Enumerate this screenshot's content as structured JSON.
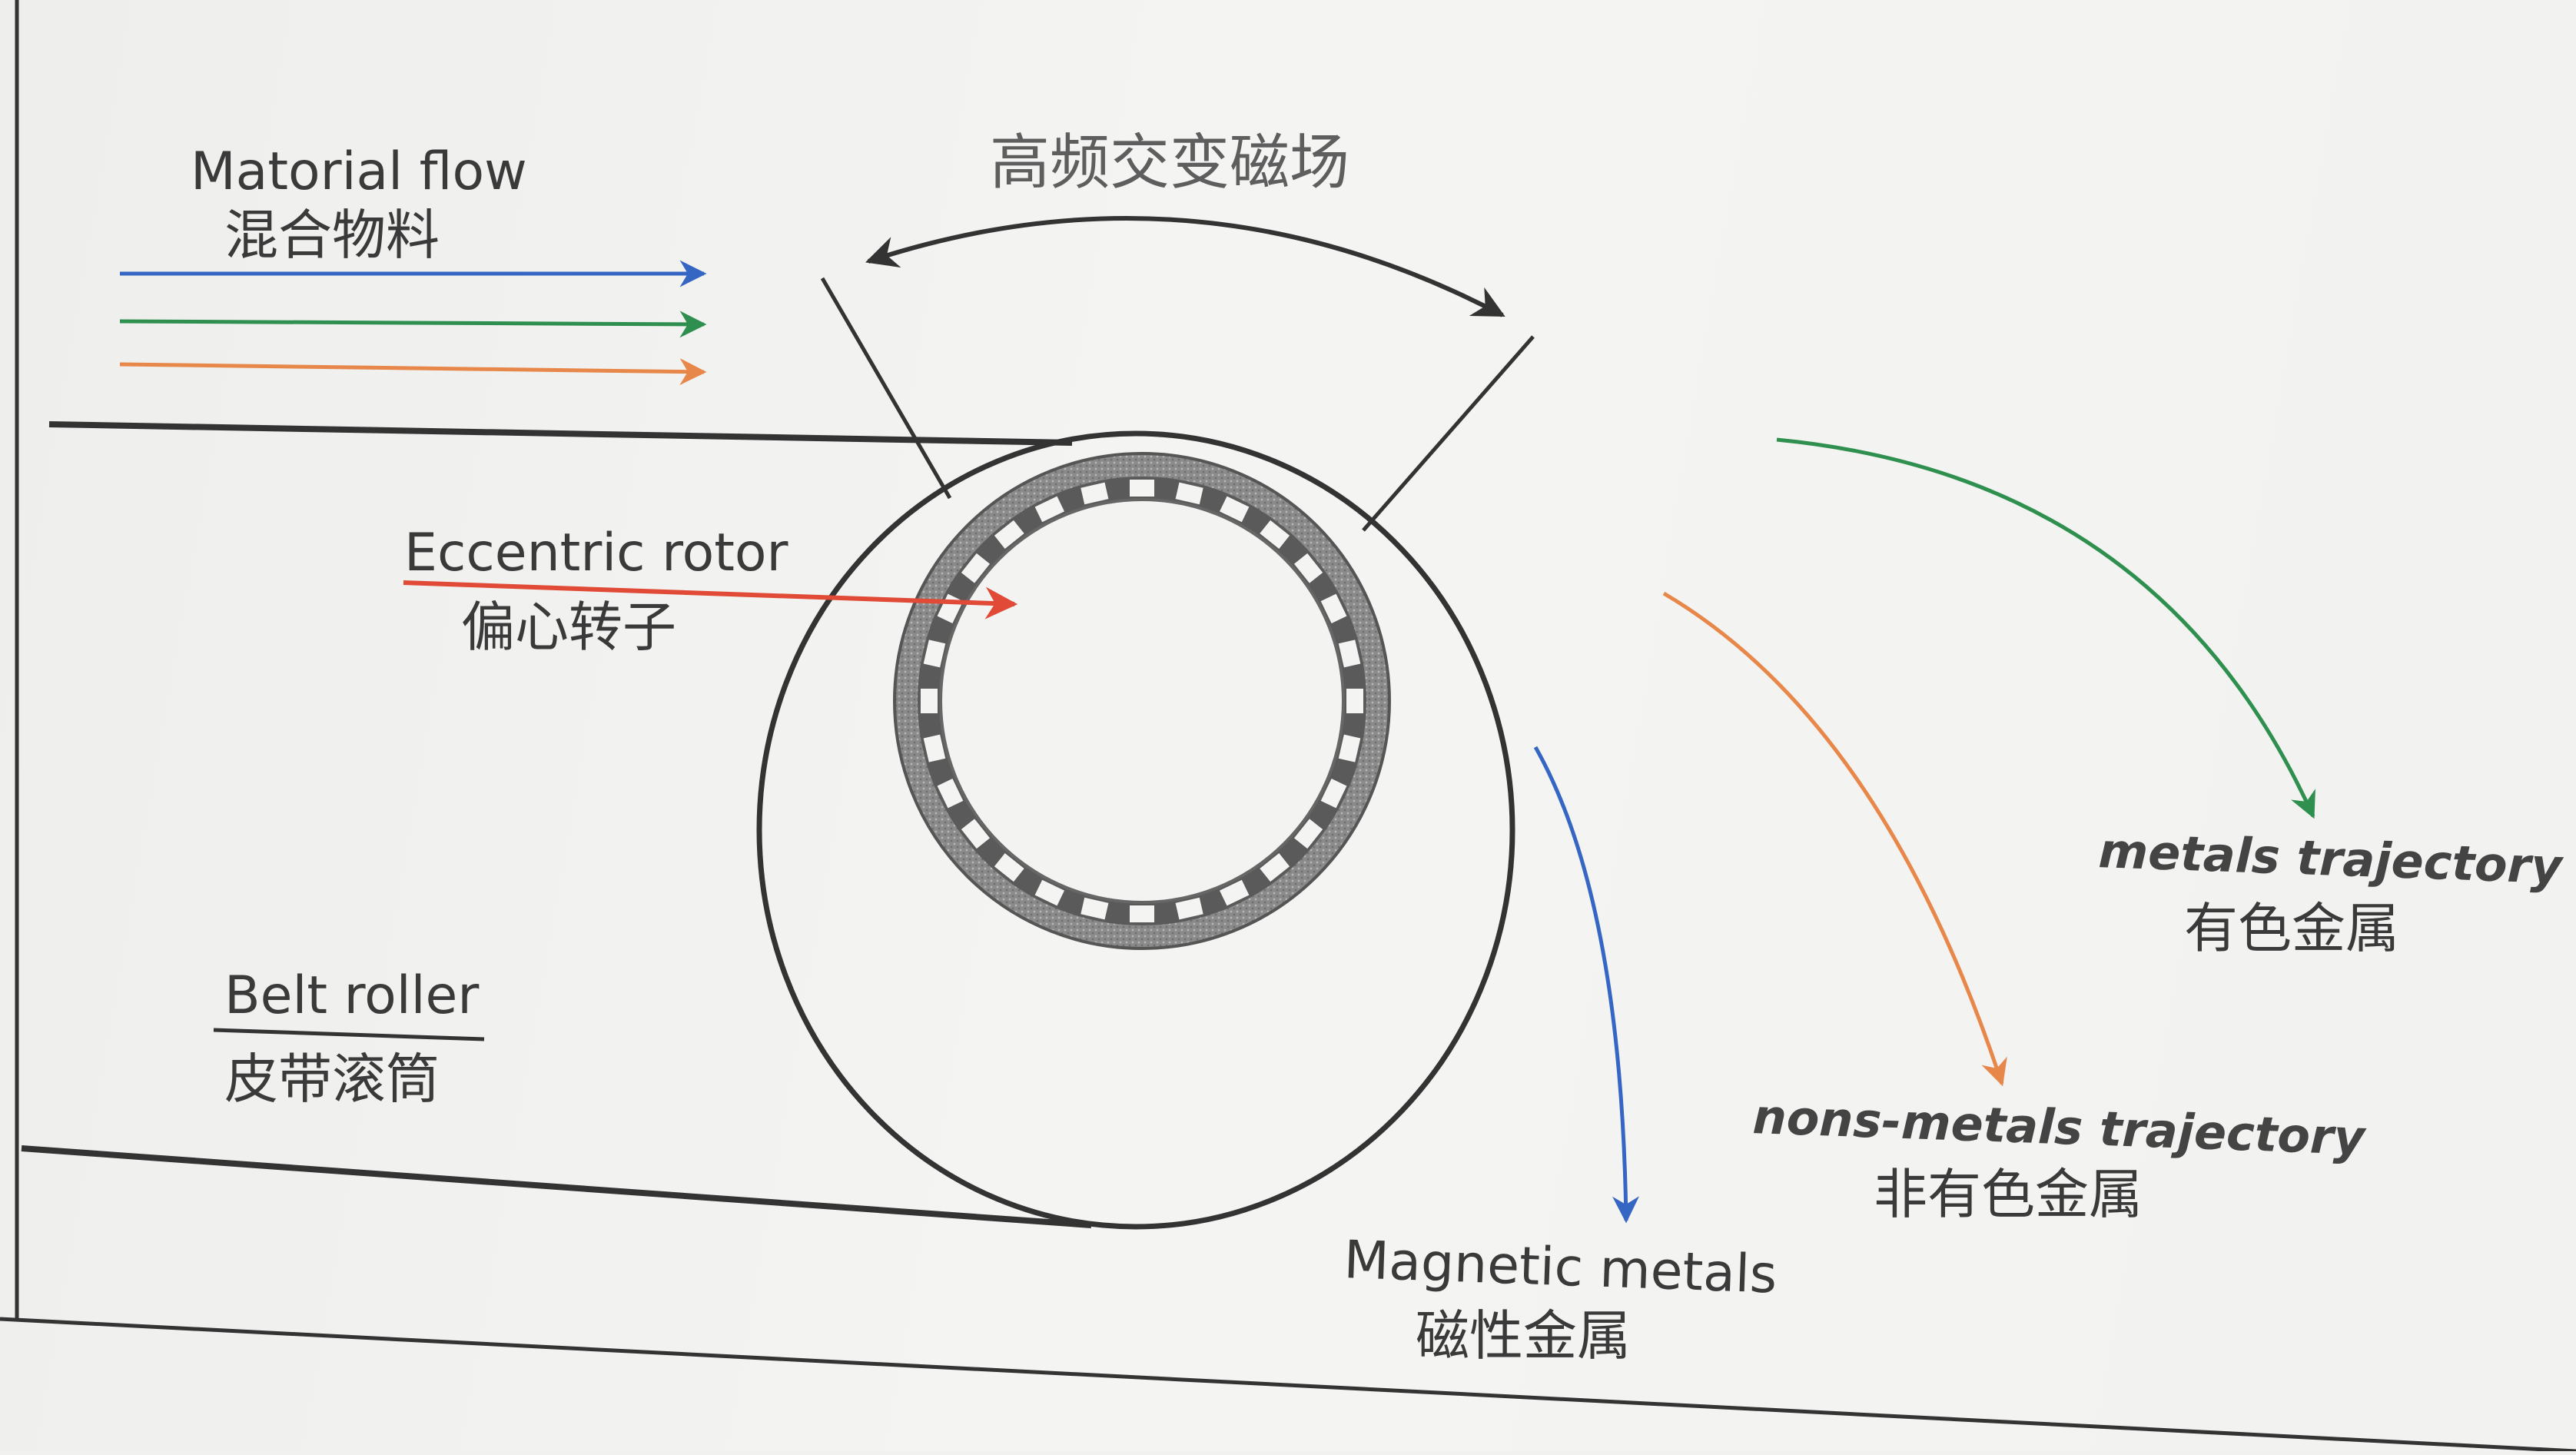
{
  "labels": {
    "material_flow_en": "Matorial flow",
    "material_flow_zh": "混合物料",
    "field_zh": "高频交变磁场",
    "rotor_en": "Eccentric rotor",
    "rotor_zh": "偏心转子",
    "belt_roller_en": "Belt roller",
    "belt_roller_zh": "皮带滚筒",
    "metals_en": "metals trajectory",
    "metals_zh": "有色金属",
    "nonmetals_en": "nons-metals trajectory",
    "nonmetals_zh": "非有色金属",
    "magnetic_en": "Magnetic metals",
    "magnetic_zh": "磁性金属"
  },
  "colors": {
    "blue": "#3566c4",
    "green": "#2f8f4e",
    "orange": "#e8874a",
    "red": "#e04a36",
    "line": "#333333",
    "rotor_ring": "#5a5a5a"
  }
}
